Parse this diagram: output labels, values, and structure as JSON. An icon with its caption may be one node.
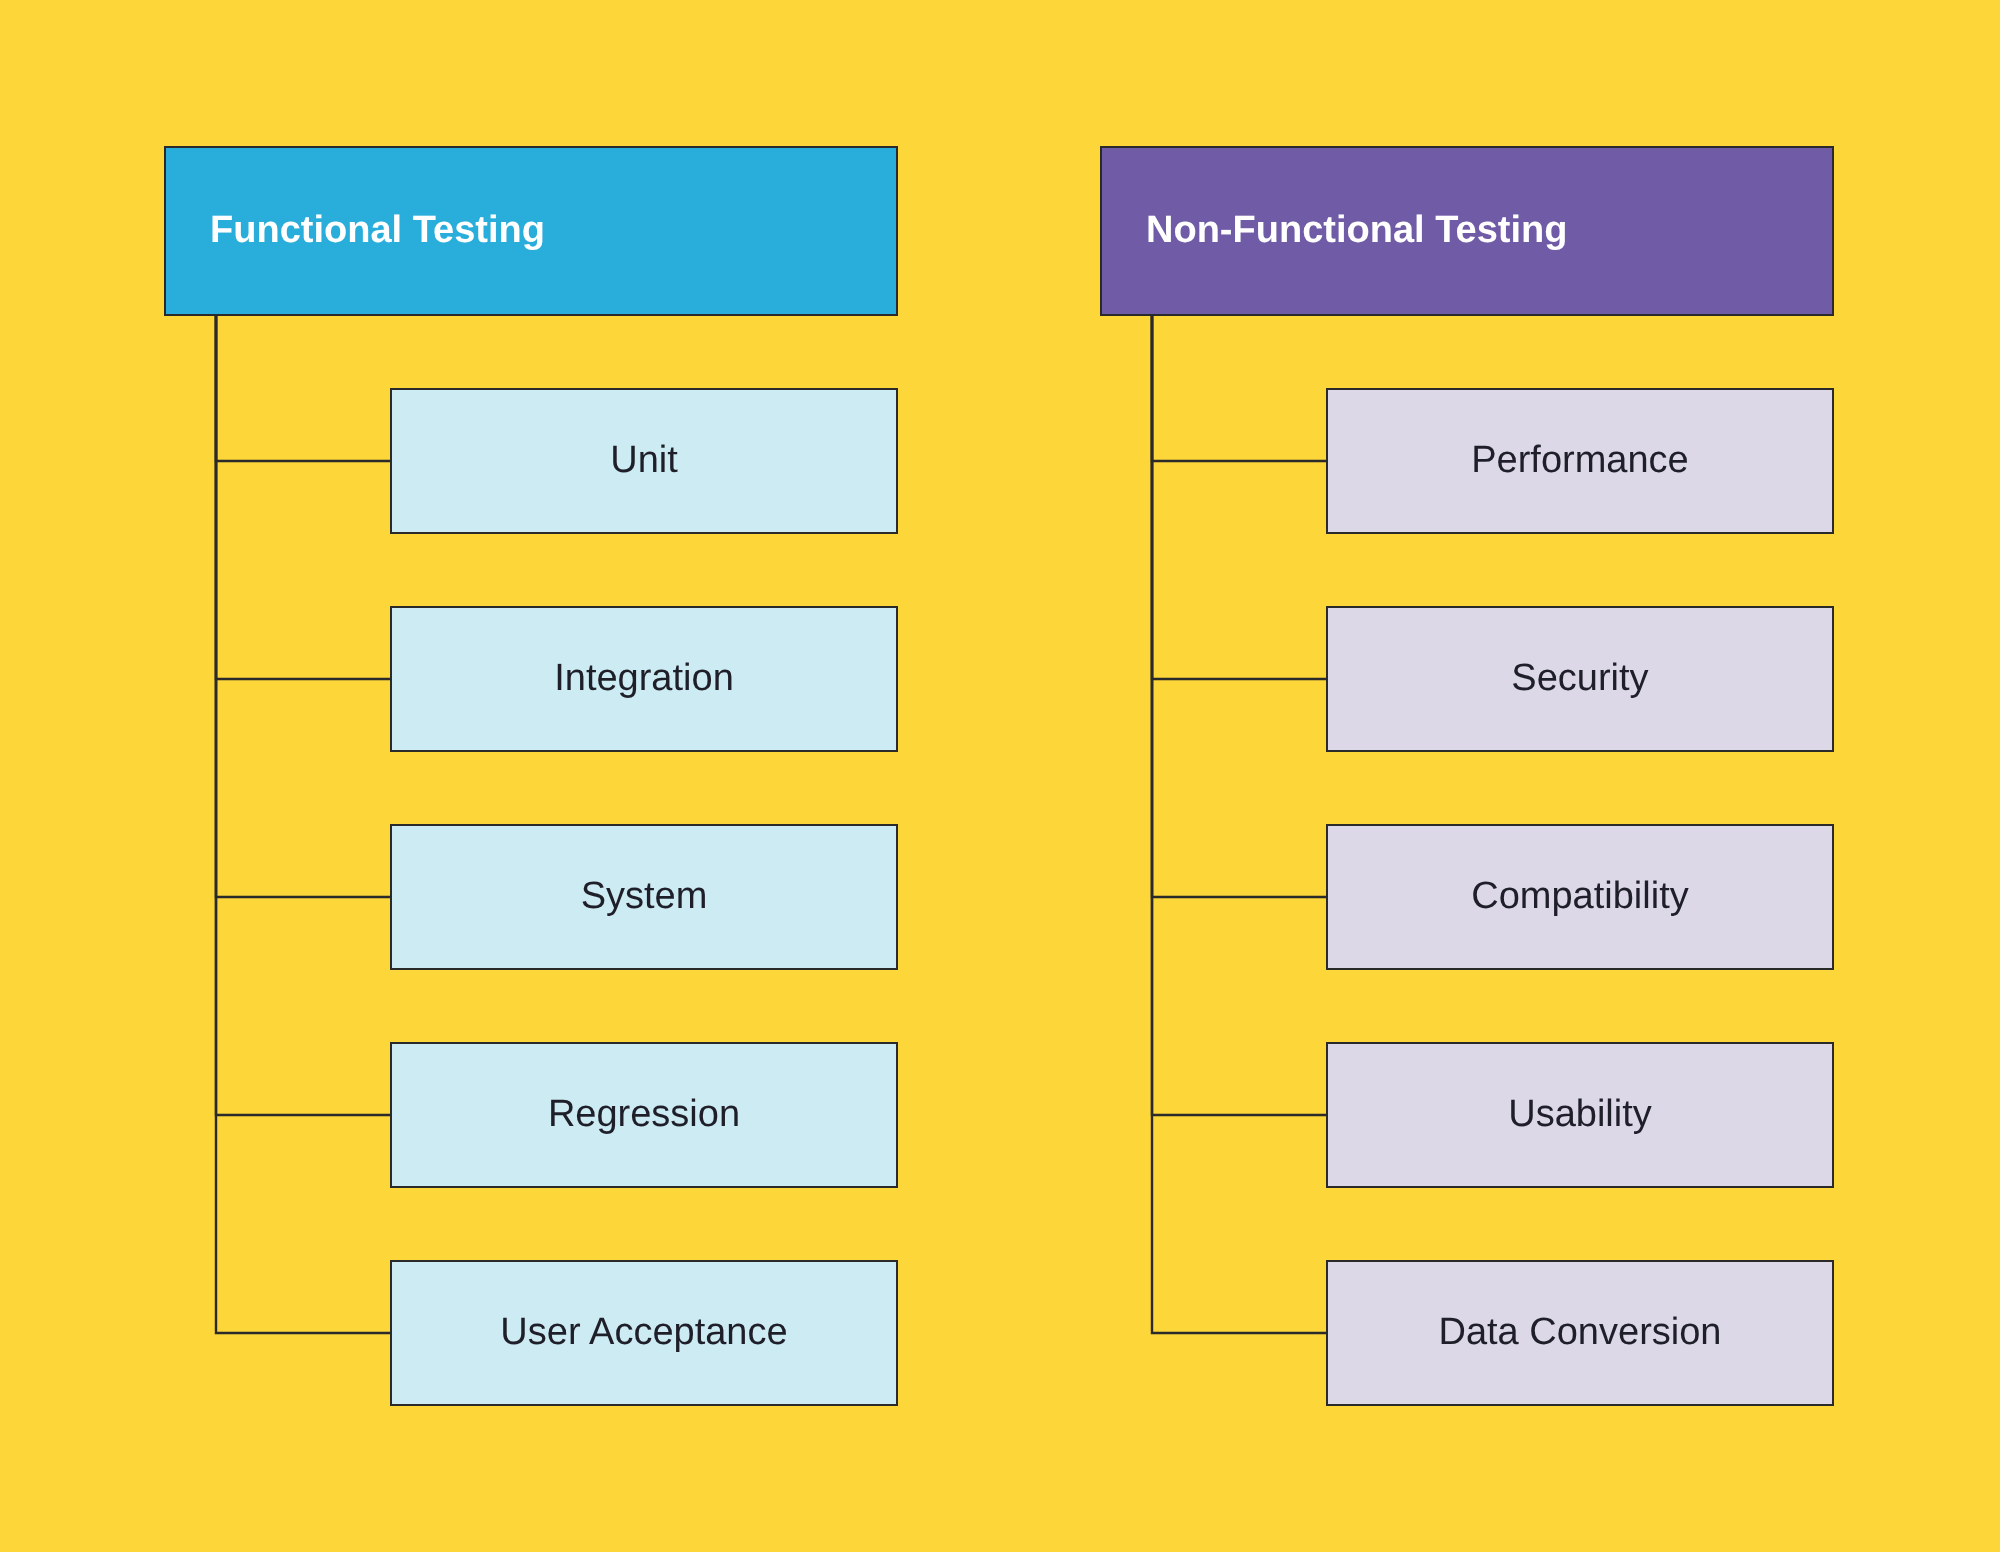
{
  "diagram": {
    "nodes": [
      {
        "text": [
          "Functional Testing"
        ]
      },
      {
        "text": [
          "Unit"
        ]
      },
      {
        "text": [
          "Integration"
        ]
      },
      {
        "text": [
          "System"
        ]
      },
      {
        "text": [
          "Regression"
        ]
      },
      {
        "text": [
          "User Acceptance"
        ]
      },
      {
        "text": [
          "Non-Functional Testing"
        ]
      },
      {
        "text": [
          "Performance"
        ]
      },
      {
        "text": [
          "Security"
        ]
      },
      {
        "text": [
          "Compatibility"
        ]
      },
      {
        "text": [
          "Usability"
        ]
      },
      {
        "text": [
          "Data Conversion"
        ]
      }
    ],
    "edges": [
      {
        "from": 0,
        "to": 1,
        "arrow": "none"
      },
      {
        "from": 0,
        "to": 2,
        "arrow": "none"
      },
      {
        "from": 0,
        "to": 3,
        "arrow": "none"
      },
      {
        "from": 0,
        "to": 4,
        "arrow": "none"
      },
      {
        "from": 0,
        "to": 5,
        "arrow": "none"
      },
      {
        "from": 6,
        "to": 7,
        "arrow": "none"
      },
      {
        "from": 6,
        "to": 8,
        "arrow": "none"
      },
      {
        "from": 6,
        "to": 9,
        "arrow": "none"
      },
      {
        "from": 6,
        "to": 10,
        "arrow": "none"
      },
      {
        "from": 6,
        "to": 11,
        "arrow": "none"
      }
    ]
  }
}
